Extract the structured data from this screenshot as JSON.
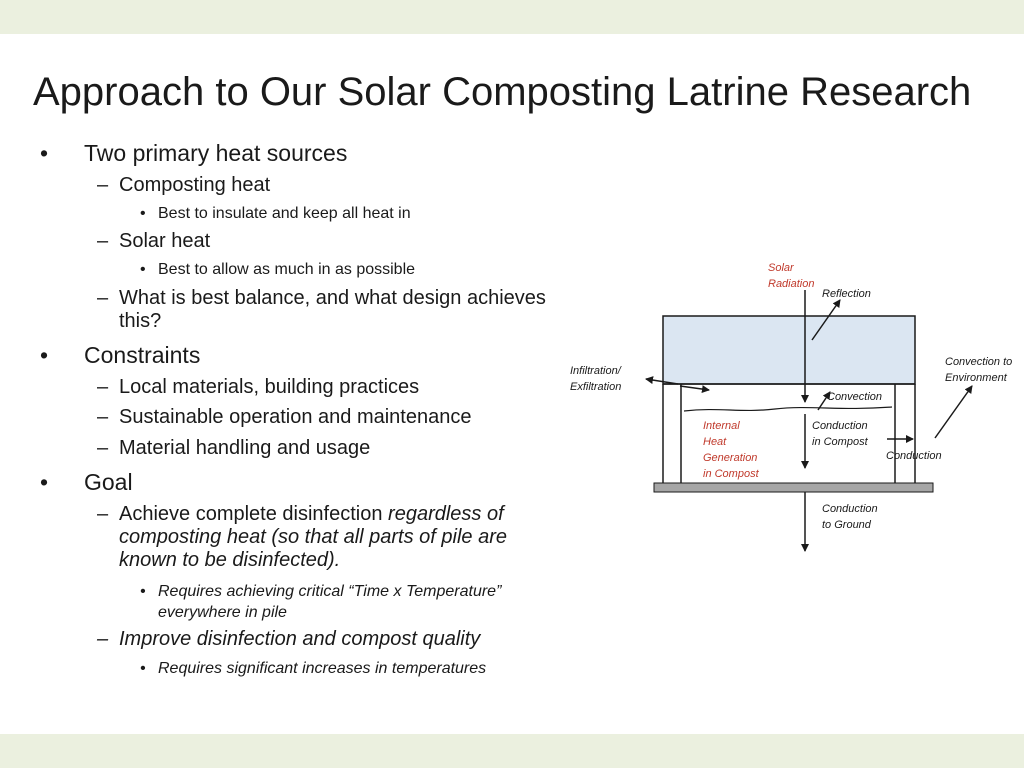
{
  "title": "Approach to Our Solar Composting Latrine Research",
  "bullets": {
    "b1": "Two primary heat sources",
    "b1_1": "Composting heat",
    "b1_1_1": "Best to insulate and keep all heat in",
    "b1_2": "Solar heat",
    "b1_2_1": "Best to allow as much in as possible",
    "b1_3_line1": "What is best balance, and what design achieves",
    "b1_3_line2": "this?",
    "b2": "Constraints",
    "b2_1": "Local materials, building practices",
    "b2_2": "Sustainable operation and maintenance",
    "b2_3": "Material handling and usage",
    "b3": "Goal",
    "b3_1_line1_plain": "Achieve complete disinfection ",
    "b3_1_line1_italic": "regardless of",
    "b3_1_line2": "composting heat (so that all parts of pile are",
    "b3_1_line3": "known to be disinfected).",
    "b3_1_1_line1": "Requires  achieving critical “Time x Temperature”",
    "b3_1_1_line2": "everywhere in pile",
    "b3_2": "Improve disinfection and  compost quality",
    "b3_2_1": "Requires significant increases in temperatures"
  },
  "markers": {
    "dot": "•",
    "dash": "–"
  },
  "diagram": {
    "solar_radiation_1": "Solar",
    "solar_radiation_2": "Radiation",
    "reflection": "Reflection",
    "infiltration_1": "Infiltration/",
    "infiltration_2": "Exfiltration",
    "convection_env_1": "Convection to",
    "convection_env_2": "Environment",
    "convection": "Convection",
    "internal_1": "Internal",
    "internal_2": "Heat",
    "internal_3": "Generation",
    "internal_4": "in Compost",
    "conduction_compost_1": "Conduction",
    "conduction_compost_2": "in Compost",
    "conduction": "Conduction",
    "conduction_ground_1": "Conduction",
    "conduction_ground_2": "to Ground",
    "colors": {
      "glazing": "#dbe6f2",
      "base": "#a6a6a6",
      "red_label": "#c0392b",
      "ink": "#1a1a1a"
    }
  }
}
